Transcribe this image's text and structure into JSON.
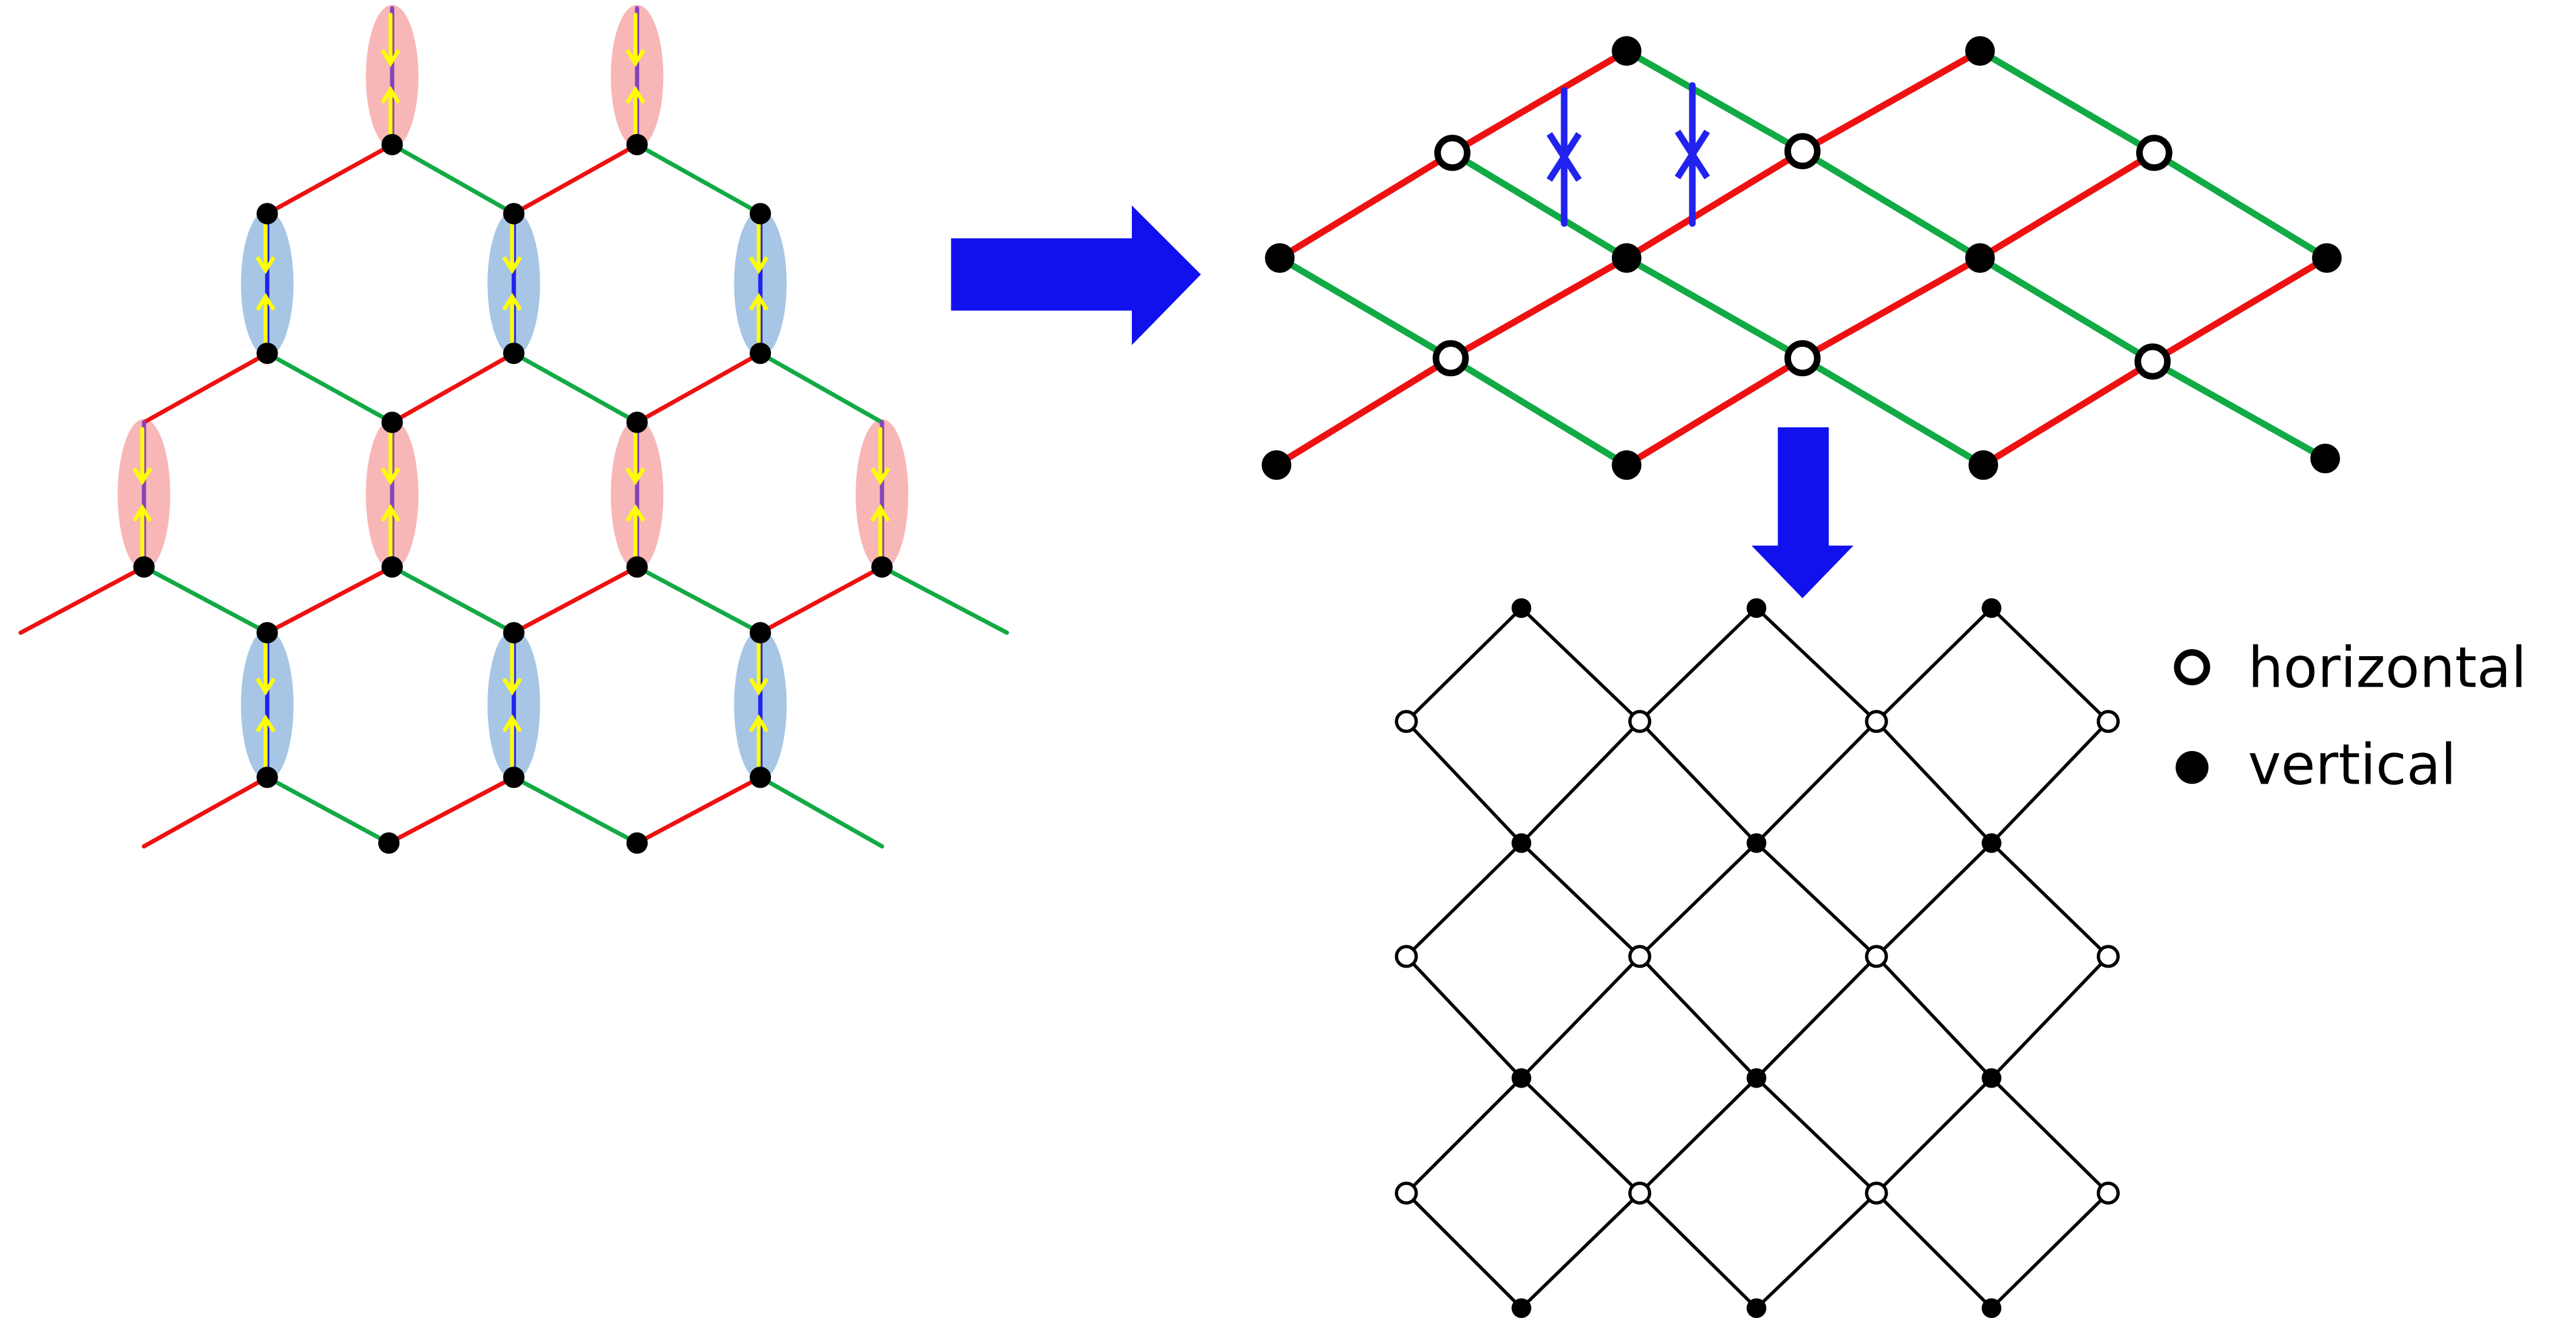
{
  "legend": {
    "items": [
      {
        "label": "horizontal",
        "marker": "open-circle"
      },
      {
        "label": "vertical",
        "marker": "filled-circle"
      }
    ]
  },
  "colors": {
    "red_bond": "#ee1111",
    "green_bond": "#11aa44",
    "blue_bond": "#2222ee",
    "purple_bond": "#8844bb",
    "arrow_yellow": "#ffff00",
    "blue_ellipse": "#a7c6e6",
    "pink_ellipse": "#f7b7b7",
    "big_arrow": "#1111ee",
    "square_lattice": "#000000"
  },
  "icons": {
    "transform_right": "right-arrow-icon",
    "transform_down": "down-arrow-icon"
  }
}
